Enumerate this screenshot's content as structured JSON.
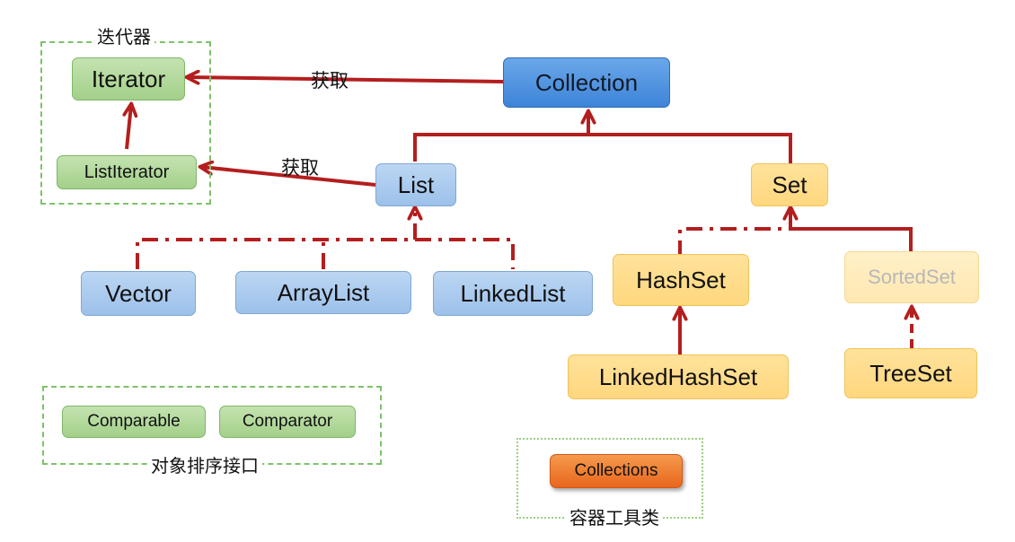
{
  "groups": {
    "iterator_group_label": "迭代器",
    "comparison_group_label": "对象排序接口",
    "tools_group_label": "容器工具类"
  },
  "nodes": {
    "iterator": "Iterator",
    "list_iterator": "ListIterator",
    "collection": "Collection",
    "list": "List",
    "set": "Set",
    "vector": "Vector",
    "array_list": "ArrayList",
    "linked_list": "LinkedList",
    "hash_set": "HashSet",
    "sorted_set": "SortedSet",
    "linked_hash_set": "LinkedHashSet",
    "tree_set": "TreeSet",
    "comparable": "Comparable",
    "comparator": "Comparator",
    "collections": "Collections"
  },
  "edge_labels": {
    "collection_to_iterator": "获取",
    "list_to_list_iterator": "获取"
  },
  "colors": {
    "arrow": "#b41e1e",
    "green_node": "#a8d38f",
    "blue_node": "#a3c5ec",
    "collection_node": "#4a8fdd",
    "yellow_node": "#ffda85",
    "orange_node": "#ec7025",
    "group_border": "#7cc26a"
  }
}
